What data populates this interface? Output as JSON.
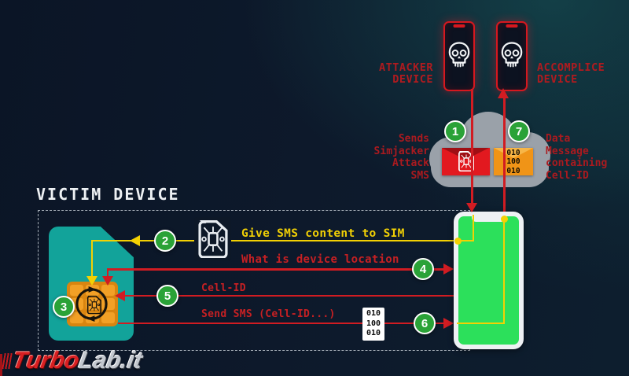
{
  "title": "VICTIM DEVICE",
  "devices": {
    "attacker_label": "ATTACKER\nDEVICE",
    "accomplice_label": "ACCOMPLICE\nDEVICE"
  },
  "cloud": {
    "sends_label": "Sends\nSimjacker\nAttack\nSMS",
    "data_label": "Data\nMessage\ncontaining\nCell-ID",
    "orange_envelope_bits": "010\n100\n010"
  },
  "flows": {
    "give_sms": "Give SMS content to SIM",
    "what_location": "What is device location",
    "cell_id": "Cell-ID",
    "send_sms": "Send SMS (Cell-ID...)",
    "bits_box": "010\n100\n010"
  },
  "steps": [
    "1",
    "2",
    "3",
    "4",
    "5",
    "6",
    "7"
  ],
  "watermark": {
    "part1": "Turbo",
    "part2": "Lab.it"
  },
  "icons": {
    "skull": "skull-icon",
    "sim": "sim-card-icon",
    "cycle": "refresh-cycle-icon",
    "envelope_red": "simjacker-sms-envelope",
    "envelope_orange": "data-message-envelope"
  },
  "colors": {
    "background_navy": "#0c1626",
    "background_teal": "#123a3e",
    "line_red": "#d11c22",
    "line_yellow": "#f3d103",
    "step_green": "#2aa237",
    "sim_teal": "#12a39a",
    "chip_orange": "#f2a026",
    "cloud_gray": "#9aa1a9",
    "screen_green": "#2ce05b",
    "label_red": "#b01b1f"
  }
}
